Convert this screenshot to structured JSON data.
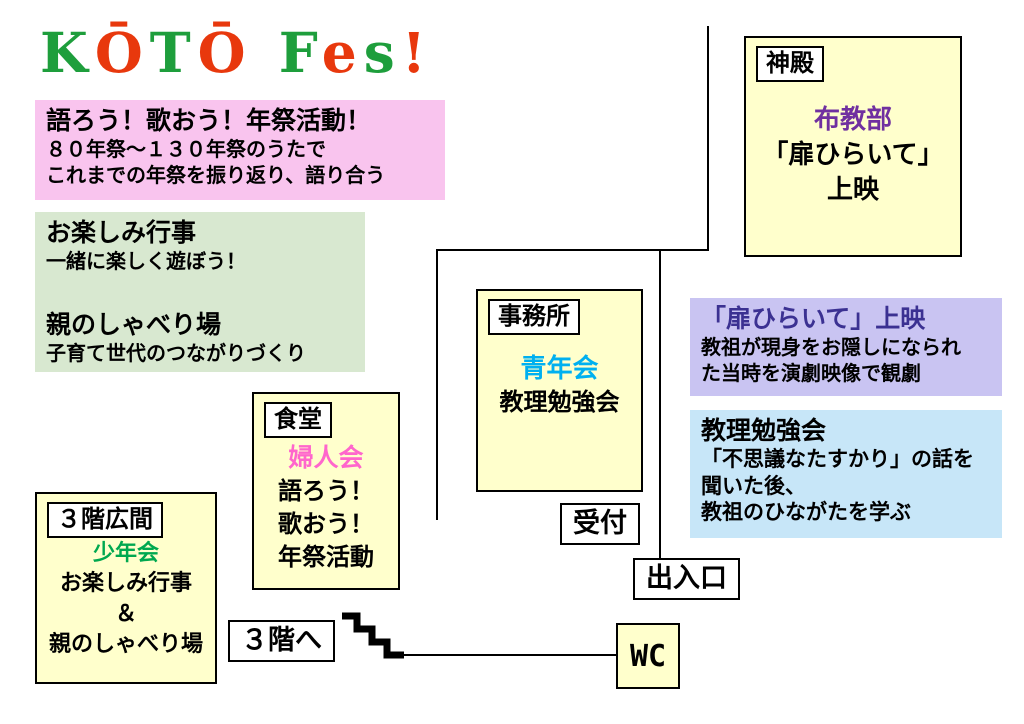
{
  "title": {
    "text": "KŌTŌ Fes!",
    "letters": [
      {
        "ch": "K",
        "color": "#1E9E3C"
      },
      {
        "ch": "Ō",
        "color": "#E8380D"
      },
      {
        "ch": "T",
        "color": "#1E9E3C"
      },
      {
        "ch": "Ō",
        "color": "#E8380D"
      },
      {
        "ch": " ",
        "color": "#000000"
      },
      {
        "ch": "F",
        "color": "#1E9E3C"
      },
      {
        "ch": "e",
        "color": "#E8380D"
      },
      {
        "ch": "s",
        "color": "#1E9E3C"
      },
      {
        "ch": "!",
        "color": "#E8380D"
      }
    ]
  },
  "palette": {
    "room_bg": "#FFFFCC",
    "wall": "#000000"
  },
  "notes": {
    "nensai": {
      "bg": "#F9C4EE",
      "heading": "語ろう！歌おう！年祭活動！",
      "lines": [
        "８０年祭～１３０年祭のうたで",
        "これまでの年祭を振り返り、語り合う"
      ]
    },
    "otanoshimi": {
      "bg": "#D8E8D0",
      "heading1": "お楽しみ行事",
      "line1": "一緒に楽しく遊ぼう！",
      "heading2": "親のしゃべり場",
      "line2": "子育て世代のつながりづくり"
    },
    "tobira": {
      "bg": "#C9C4F2",
      "heading": "「扉ひらいて」上映",
      "heading_color": "#3B3192",
      "lines": [
        "教祖が現身をお隠しになられ",
        "た当時を演劇映像で観劇"
      ]
    },
    "kyori": {
      "bg": "#C7E6F8",
      "heading": "教理勉強会",
      "lines": [
        "「不思議なたすかり」の話を",
        "聞いた後、",
        "教祖のひながたを学ぶ"
      ]
    }
  },
  "rooms": {
    "shinden": {
      "label": "神殿",
      "group": "布教部",
      "group_color": "#7030A0",
      "lines": [
        "「扉ひらいて」",
        "上映"
      ]
    },
    "jimusho": {
      "label": "事務所",
      "group": "青年会",
      "group_color": "#00B0F0",
      "lines": [
        "教理勉強会"
      ]
    },
    "shokudo": {
      "label": "食堂",
      "group": "婦人会",
      "group_color": "#FF66CC",
      "lines": [
        "語ろう！",
        "歌おう！",
        "年祭活動"
      ]
    },
    "hiroma3f": {
      "label": "３階広間",
      "group": "少年会",
      "group_color": "#00A84F",
      "lines": [
        "お楽しみ行事",
        "＆",
        "親のしゃべり場"
      ]
    },
    "wc": {
      "label": "WC"
    }
  },
  "signs": {
    "reception": "受付",
    "entrance": "出入口",
    "to_3f": "３階へ"
  }
}
